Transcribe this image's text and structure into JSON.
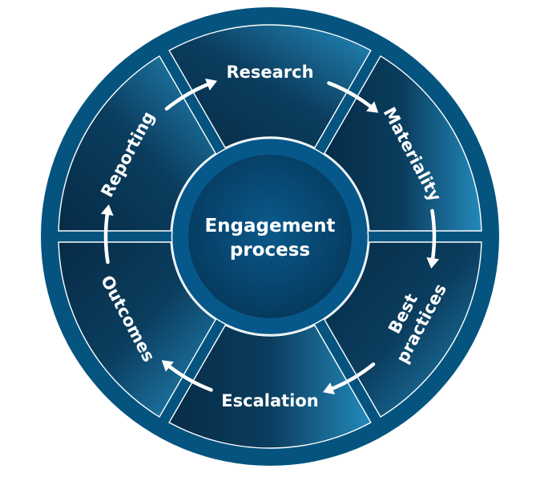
{
  "diagram": {
    "title": "Engagement process",
    "center_label": [
      "Engagement",
      "process"
    ],
    "flow_direction": "clockwise",
    "segments": [
      {
        "id": "research",
        "label": [
          "Research"
        ]
      },
      {
        "id": "materiality",
        "label": [
          "Materiality"
        ]
      },
      {
        "id": "best-practices",
        "label": [
          "Best",
          "practices"
        ]
      },
      {
        "id": "escalation",
        "label": [
          "Escalation"
        ]
      },
      {
        "id": "outcomes",
        "label": [
          "Outcomes"
        ]
      },
      {
        "id": "reporting",
        "label": [
          "Reporting"
        ]
      }
    ],
    "arrows": [
      {
        "from": "reporting",
        "to": "research"
      },
      {
        "from": "research",
        "to": "materiality"
      },
      {
        "from": "materiality",
        "to": "best-practices"
      },
      {
        "from": "best-practices",
        "to": "escalation"
      },
      {
        "from": "escalation",
        "to": "outcomes"
      },
      {
        "from": "outcomes",
        "to": "reporting"
      }
    ],
    "colors": {
      "ring": "#04547f",
      "segment_dark": "#062c47",
      "segment_light": "#2389bb",
      "hub_ring": "#07588a",
      "hub_center": "#0a5a8c",
      "hub_edge": "#063a5e",
      "divider": "#ffffff",
      "text": "#ffffff"
    }
  }
}
